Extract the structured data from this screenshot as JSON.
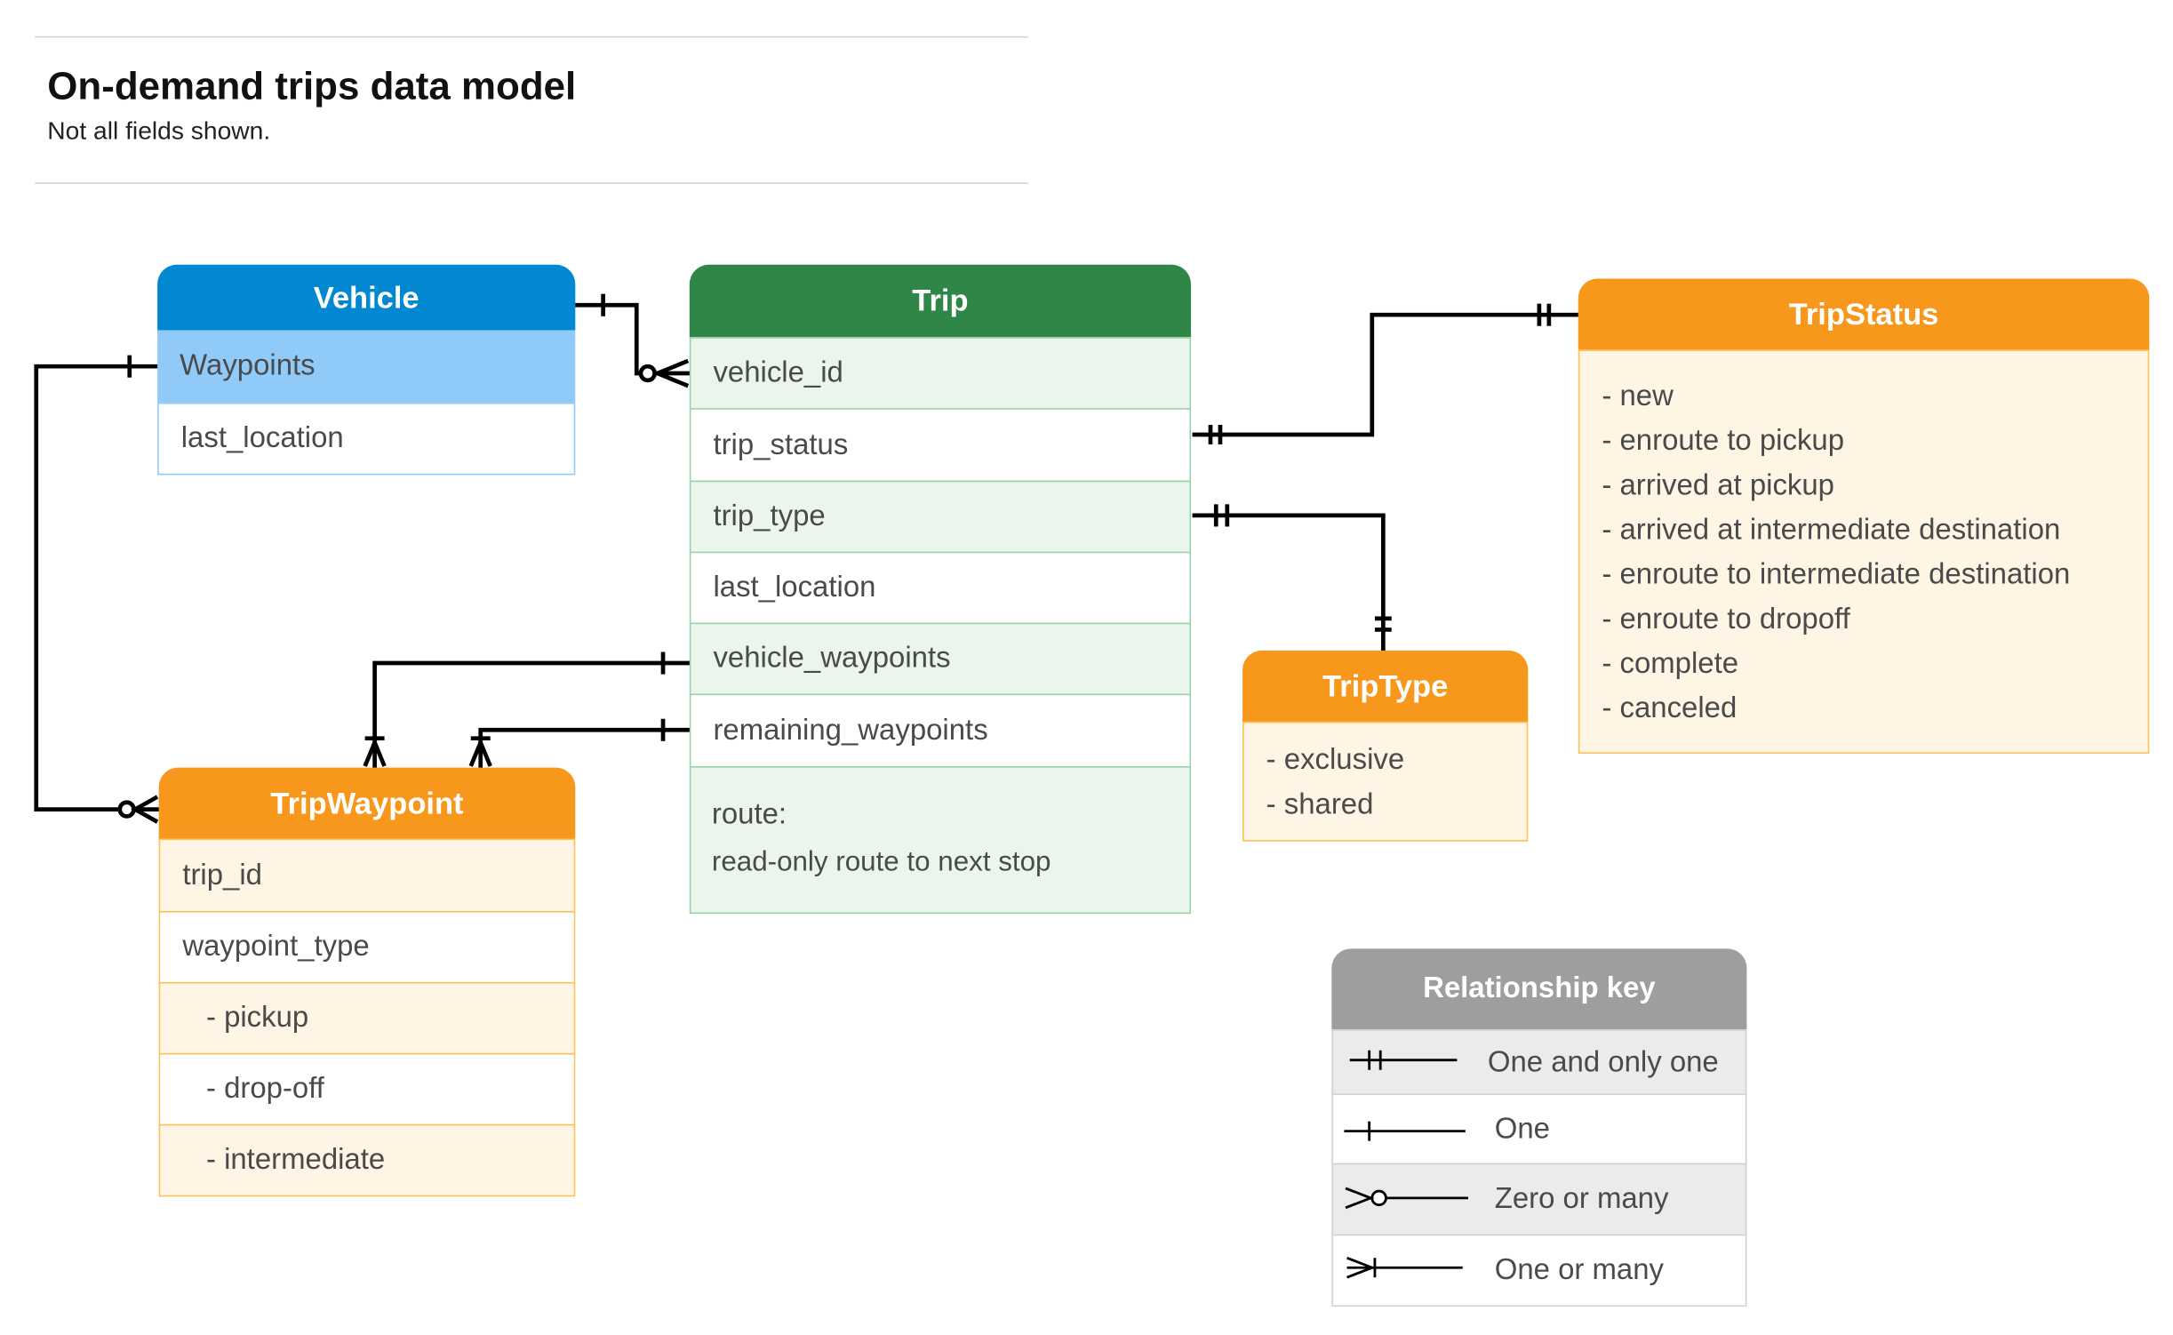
{
  "header": {
    "title": "On-demand trips data model",
    "subtitle": "Not all fields shown."
  },
  "colors": {
    "vehicle": "#0288D1",
    "vehicle_light": "#90CAF9",
    "trip": "#2E8746",
    "trip_light": "#EAF5EC",
    "trip_border": "#99D0A7",
    "orange": "#F7981D",
    "cream": "#FEF5E5",
    "orange_border": "#FBC157",
    "key_header": "#9E9E9E",
    "key_gray": "#EBEBEB"
  },
  "vehicle": {
    "title": "Vehicle",
    "fields": [
      "Waypoints",
      "last_location"
    ]
  },
  "trip": {
    "title": "Trip",
    "fields": [
      "vehicle_id",
      "trip_status",
      "trip_type",
      "last_location",
      "vehicle_waypoints",
      "remaining_waypoints"
    ],
    "route_label": "route:",
    "route_desc": "read-only route to next stop"
  },
  "trip_status": {
    "title": "TripStatus",
    "items": [
      "- new",
      "- enroute to pickup",
      "- arrived at pickup",
      "- arrived at intermediate destination",
      "- enroute to intermediate destination",
      "- enroute to dropoff",
      "- complete",
      "- canceled"
    ]
  },
  "trip_type": {
    "title": "TripType",
    "items": [
      "- exclusive",
      "- shared"
    ]
  },
  "trip_waypoint": {
    "title": "TripWaypoint",
    "fields": [
      "trip_id",
      "waypoint_type",
      "- pickup",
      "- drop-off",
      "- intermediate"
    ]
  },
  "key": {
    "title": "Relationship key",
    "items": [
      {
        "symbol": "one-and-only-one-icon",
        "label": "One and only one"
      },
      {
        "symbol": "one-icon",
        "label": "One"
      },
      {
        "symbol": "zero-or-many-icon",
        "label": "Zero or many"
      },
      {
        "symbol": "one-or-many-icon",
        "label": "One or many"
      }
    ]
  }
}
